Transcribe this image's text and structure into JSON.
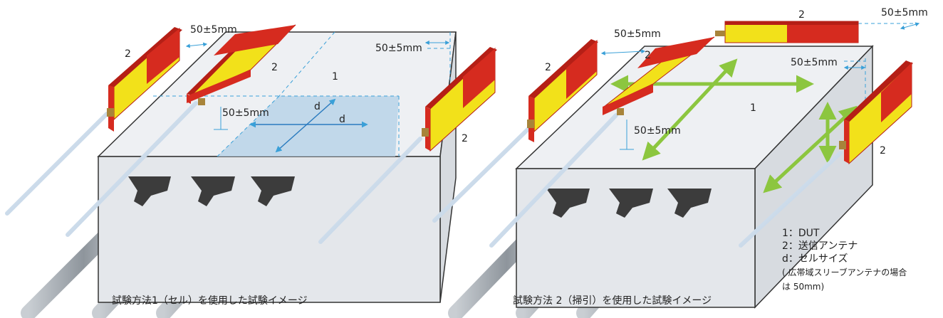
{
  "diagram1": {
    "caption": "試験方法1（セル）を使用した試験イメージ",
    "label_dut": "1",
    "label_antenna_left": "2",
    "label_antenna_top": "2",
    "label_antenna_right": "2",
    "dim_left": "50±5mm",
    "dim_right": "50±5mm",
    "dim_top": "50±5mm",
    "cell_d_diag": "d",
    "cell_d_horiz": "d"
  },
  "diagram2": {
    "caption": "試験方法 2（掃引）を使用した試験イメージ",
    "label_dut": "1",
    "label_antenna_left": "2",
    "label_antenna_front": "2",
    "label_antenna_back": "2",
    "label_antenna_right": "2",
    "dim_back": "50±5mm",
    "dim_front_top": "50±5mm",
    "dim_right": "50±5mm",
    "dim_front_height": "50±5mm"
  },
  "legend": {
    "line1": "1：DUT",
    "line2": "2：送信アンテナ",
    "line3": "d：セルサイズ",
    "line4": "( 広帯域スリーブアンテナの場合",
    "line5": "は 50mm)"
  },
  "colors": {
    "box_top": "#eef0f3",
    "box_front": "#e4e7eb",
    "box_side": "#d7dbe0",
    "cell_fill": "#b9d3e8",
    "antenna_yellow": "#f2e11a",
    "antenna_red": "#d62b1f",
    "dim_line": "#3aa0d8",
    "arrow_green": "#8cc63f",
    "connector": "#3c3c3c"
  }
}
